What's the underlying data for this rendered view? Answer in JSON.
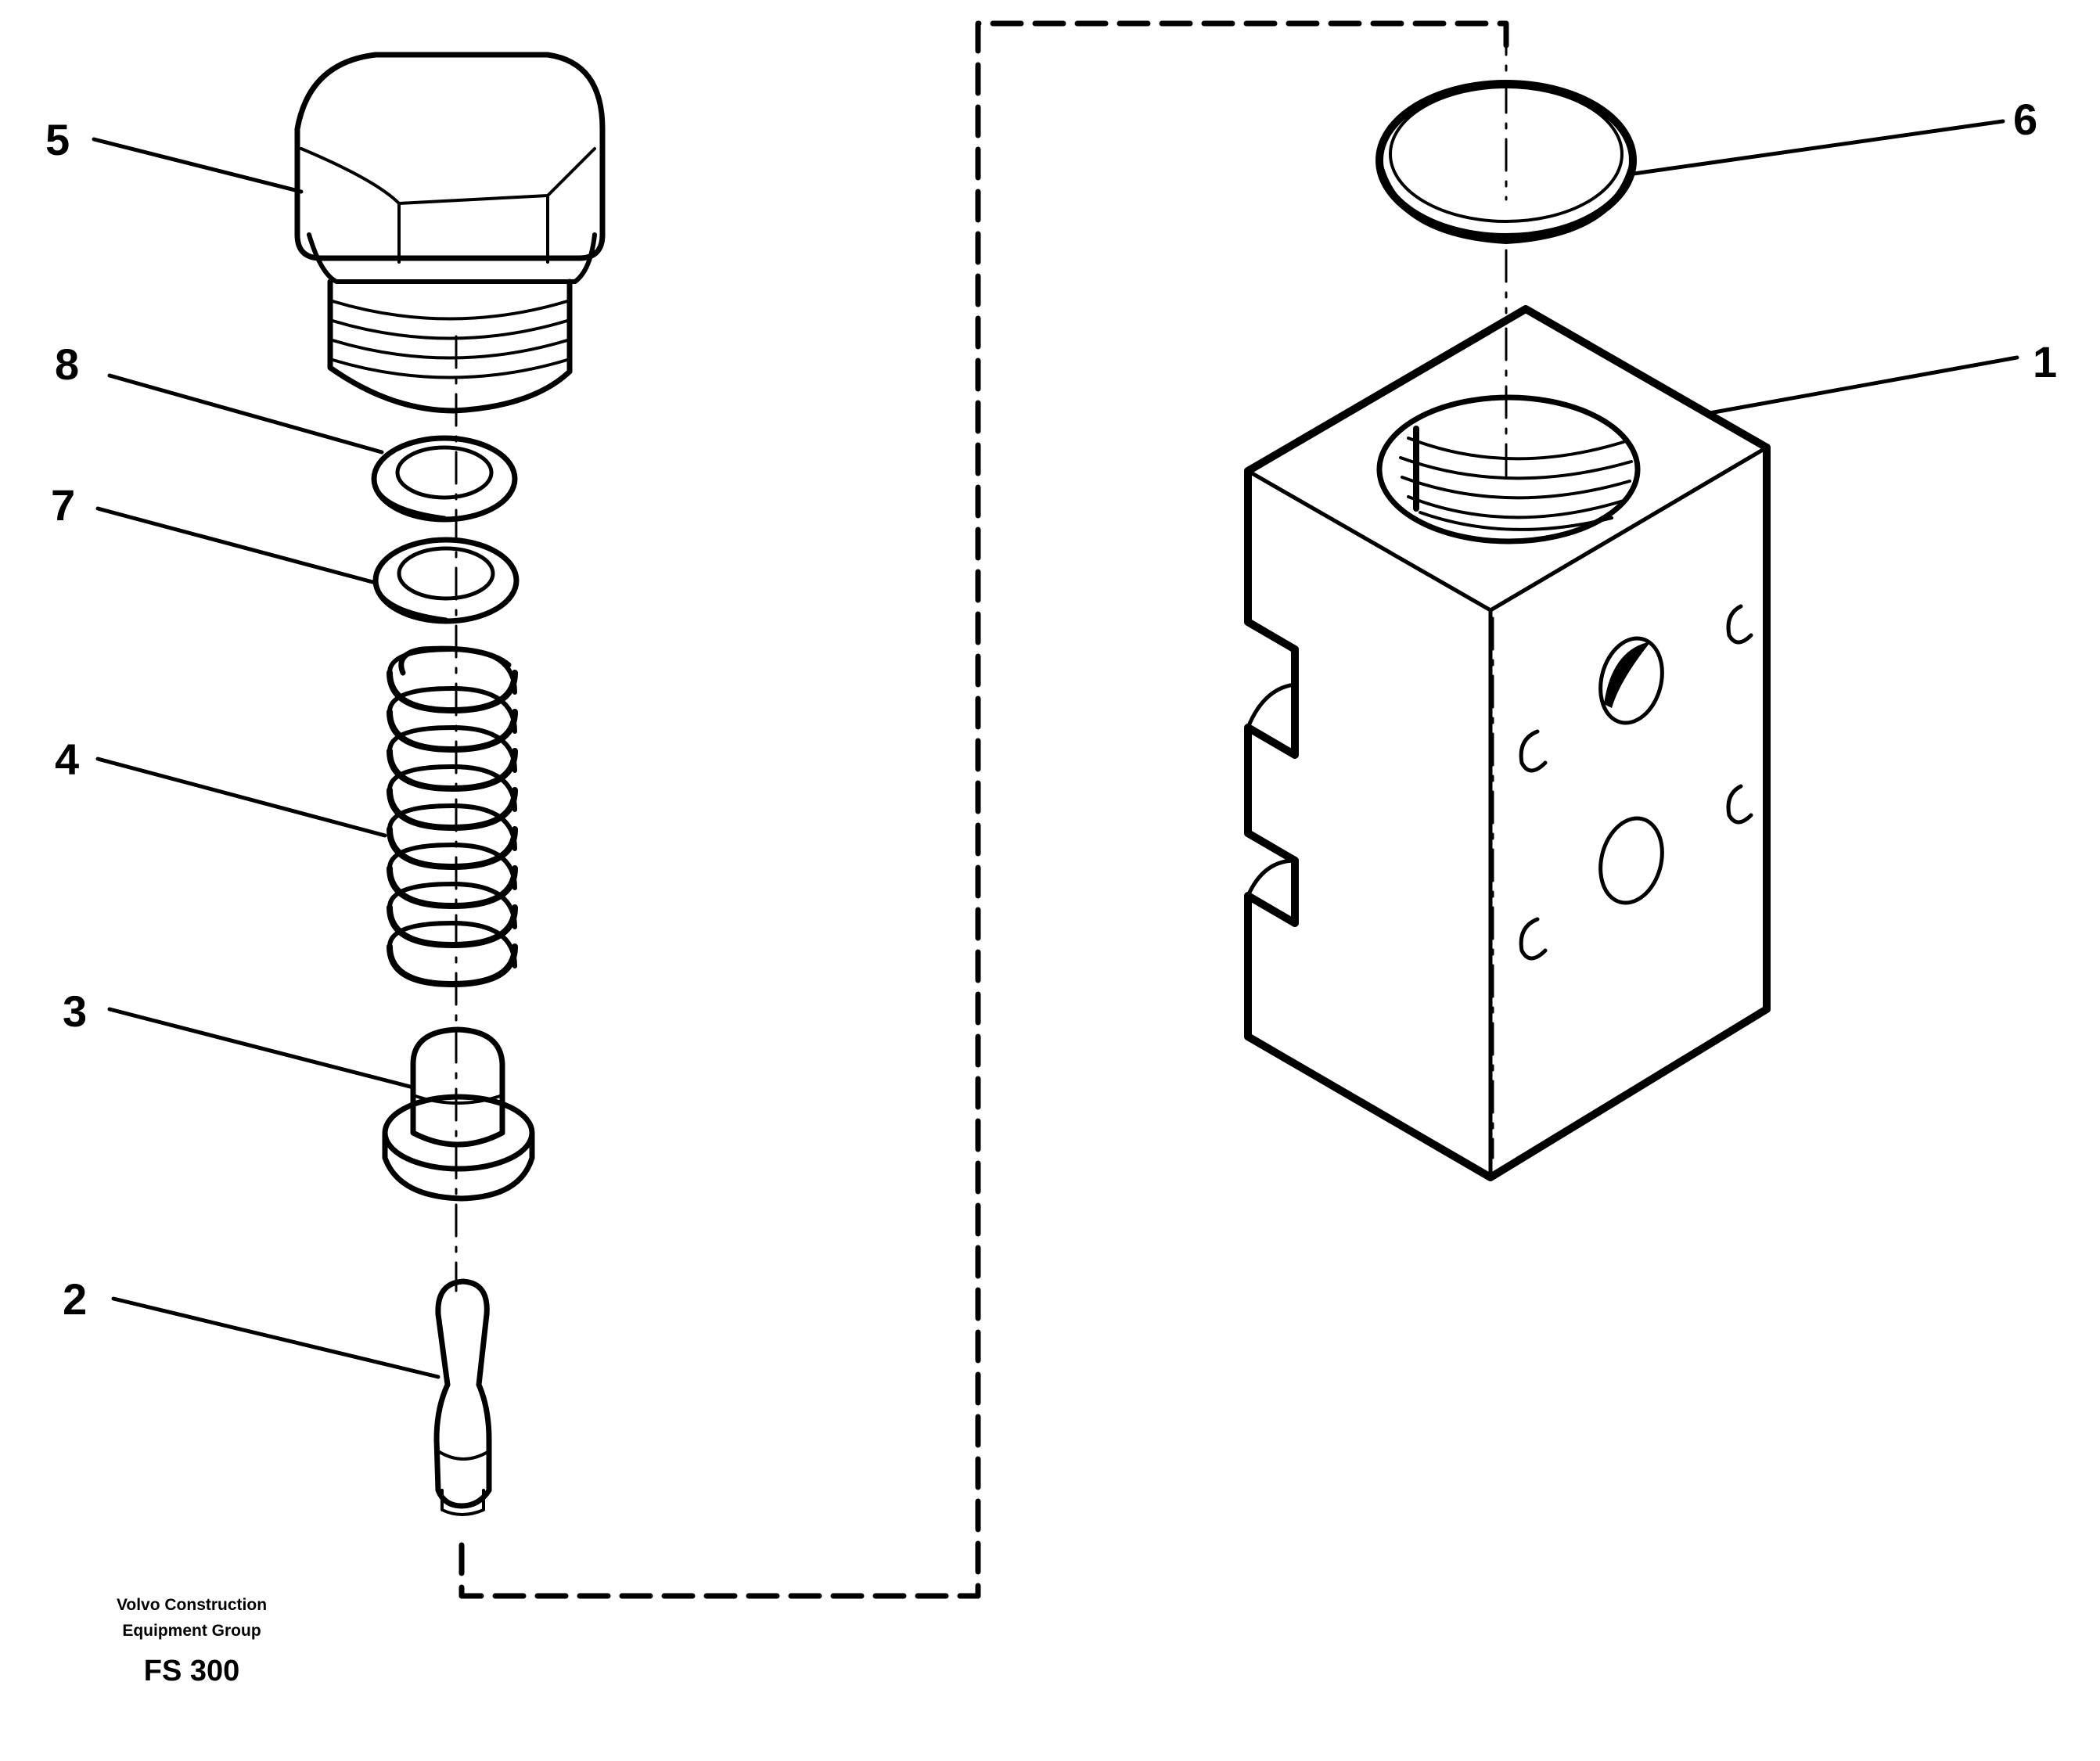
{
  "callouts": {
    "c1": "1",
    "c2": "2",
    "c3": "3",
    "c4": "4",
    "c5": "5",
    "c6": "6",
    "c7": "7",
    "c8": "8"
  },
  "footer": {
    "line1": "Volvo Construction",
    "line2": "Equipment Group",
    "code": "FS 300"
  },
  "colors": {
    "ink": "#000000",
    "paper": "#ffffff"
  }
}
